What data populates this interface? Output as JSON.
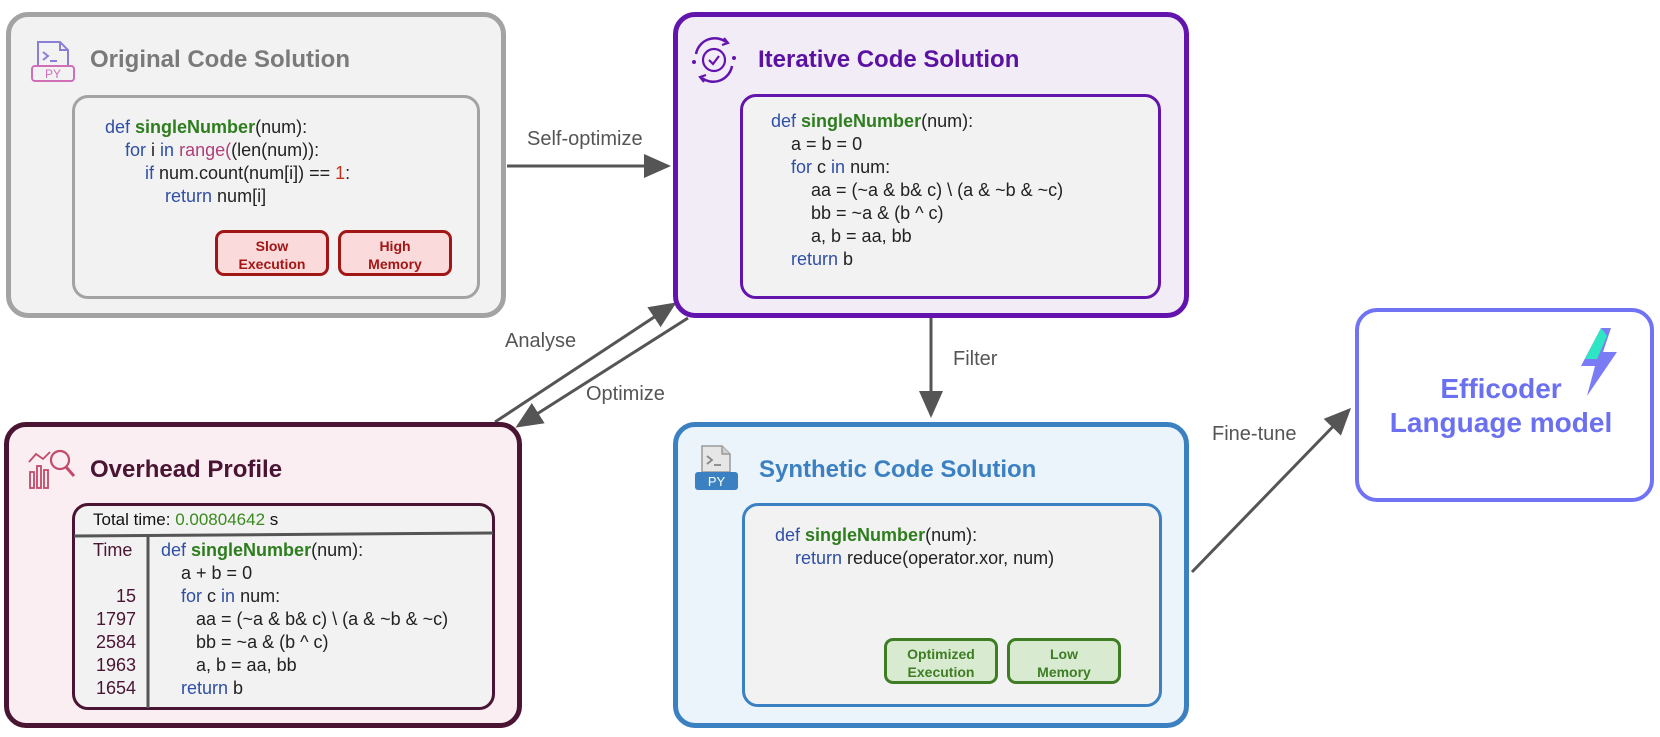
{
  "original": {
    "title": "Original Code Solution",
    "code": {
      "l1_def": "def",
      "l1_fn": "singleNumber",
      "l1_rest": "(num):",
      "l2_for": "for",
      "l2_i": " i ",
      "l2_in": "in",
      "l2_range": "range",
      "l2_len": "(len",
      "l2_rest": "(num)):",
      "l3_if": "if",
      "l3_rest": " num.count(num[i]) == ",
      "l3_one": "1",
      "l3_colon": ":",
      "l4_ret": "return",
      "l4_rest": " num[i]"
    },
    "badges": [
      "Slow\nExecution",
      "High\nMemory"
    ]
  },
  "iterative": {
    "title": "Iterative Code Solution",
    "code": {
      "l1_def": "def",
      "l1_fn": "singleNumber",
      "l1_rest": "(num):",
      "l2": "a = b = 0",
      "l3_for": "for",
      "l3_c": " c ",
      "l3_in": "in",
      "l3_rest": " num:",
      "l4": "aa = (~a & b& c) \\ (a & ~b & ~c)",
      "l5": "bb = ~a & (b ^ c)",
      "l6": "a, b = aa, bb",
      "l7_ret": "return",
      "l7_rest": " b"
    }
  },
  "overhead": {
    "title": "Overhead Profile",
    "total_label": "Total time: ",
    "total_value": "0.00804642",
    "total_unit": " s",
    "time_header": "Time",
    "times": [
      "",
      "15",
      "1797",
      "2584",
      "1963",
      "1654"
    ],
    "code": {
      "l1_def": "def",
      "l1_fn": "singleNumber",
      "l1_rest": "(num):",
      "l2": "a + b = 0",
      "l3_for": "for",
      "l3_c": " c ",
      "l3_in": "in",
      "l3_rest": " num:",
      "l4": "aa = (~a & b& c) \\ (a & ~b & ~c)",
      "l5": "bb = ~a & (b ^ c)",
      "l6": "a, b = aa, bb",
      "l7_ret": "return",
      "l7_rest": " b"
    }
  },
  "synthetic": {
    "title": "Synthetic Code Solution",
    "code": {
      "l1_def": "def",
      "l1_fn": "singleNumber",
      "l1_rest": "(num):",
      "l2_ret": "return",
      "l2_rest": " reduce(operator.xor, num)"
    },
    "badges": [
      "Optimized\nExecution",
      "Low\nMemory"
    ]
  },
  "efficoder": {
    "line1": "Efficoder",
    "line2": "Language model"
  },
  "edges": {
    "self_optimize": "Self-optimize",
    "analyse": "Analyse",
    "optimize": "Optimize",
    "filter": "Filter",
    "fine_tune": "Fine-tune"
  },
  "icons": {
    "py_label": "PY"
  },
  "colors": {
    "original_border": "#a3a3a3",
    "iterative_border": "#6314ad",
    "overhead_border": "#4a1533",
    "synthetic_border": "#3b81c2",
    "efficoder_border": "#7173f5"
  }
}
